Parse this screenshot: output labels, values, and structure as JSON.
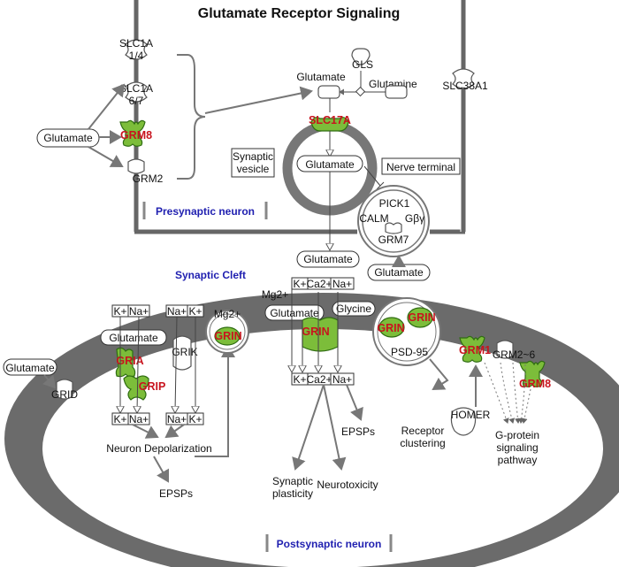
{
  "title": "Glutamate Receptor Signaling",
  "regions": {
    "presynaptic": "Presynaptic neuron",
    "postsynaptic": "Postsynaptic neuron",
    "cleft": "Synaptic Cleft",
    "nerve_terminal": "Nerve terminal",
    "synaptic_vesicle_line1": "Synaptic",
    "synaptic_vesicle_line2": "vesicle"
  },
  "presynaptic": {
    "glutamate_left": "Glutamate",
    "slc1a_14_line1": "SLC1A",
    "slc1a_14_line2": "1/4",
    "slc1a_67_line1": "SLC1A",
    "slc1a_67_line2": "6/7",
    "grm8": "GRM8",
    "grm2": "GRM2",
    "glutamate_top": "Glutamate",
    "gls": "GLS",
    "glutamine": "Glutamine",
    "slc38a1": "SLC38A1",
    "slc17a": "SLC17A",
    "glutamate_vesicle": "Glutamate",
    "pick1": "PICK1",
    "calm": "CALM",
    "gby": "Gβγ",
    "grm7": "GRM7",
    "glutamate_grm7": "Glutamate",
    "glutamate_release": "Glutamate"
  },
  "cleft": {
    "k": "K+",
    "ca": "Ca2+",
    "na": "Na+",
    "mg": "Mg2+",
    "glutamate": "Glutamate",
    "glycine": "Glycine"
  },
  "postsynaptic": {
    "glutamate_grid": "Glutamate",
    "grid": "GRID",
    "k_gria": "K+",
    "na_gria": "Na+",
    "na_grik": "Na+",
    "k_grik": "K+",
    "glutamate_gria": "Glutamate",
    "gria": "GRIA",
    "grik": "GRIK",
    "grip": "GRIP",
    "k_out1": "K+",
    "na_out1": "Na+",
    "na_out2": "Na+",
    "k_out2": "K+",
    "mg_grin": "Mg2+",
    "grin_left": "GRIN",
    "grin_center": "GRIN",
    "k_out3": "K+",
    "ca_out3": "Ca2+",
    "na_out3": "Na+",
    "grin_psd1": "GRIN",
    "grin_psd2": "GRIN",
    "psd95": "PSD-95",
    "grm1": "GRM1",
    "grm26": "GRM2~6",
    "grm8": "GRM8",
    "homer": "HOMER",
    "neuron_depol": "Neuron Depolarization",
    "epsps_left": "EPSPs",
    "epsps_center": "EPSPs",
    "synaptic_plasticity_line1": "Synaptic",
    "synaptic_plasticity_line2": "plasticity",
    "neurotoxicity": "Neurotoxicity",
    "receptor_clustering_line1": "Receptor",
    "receptor_clustering_line2": "clustering",
    "gprotein_line1": "G-protein",
    "gprotein_line2": "signaling",
    "gprotein_line3": "pathway"
  }
}
